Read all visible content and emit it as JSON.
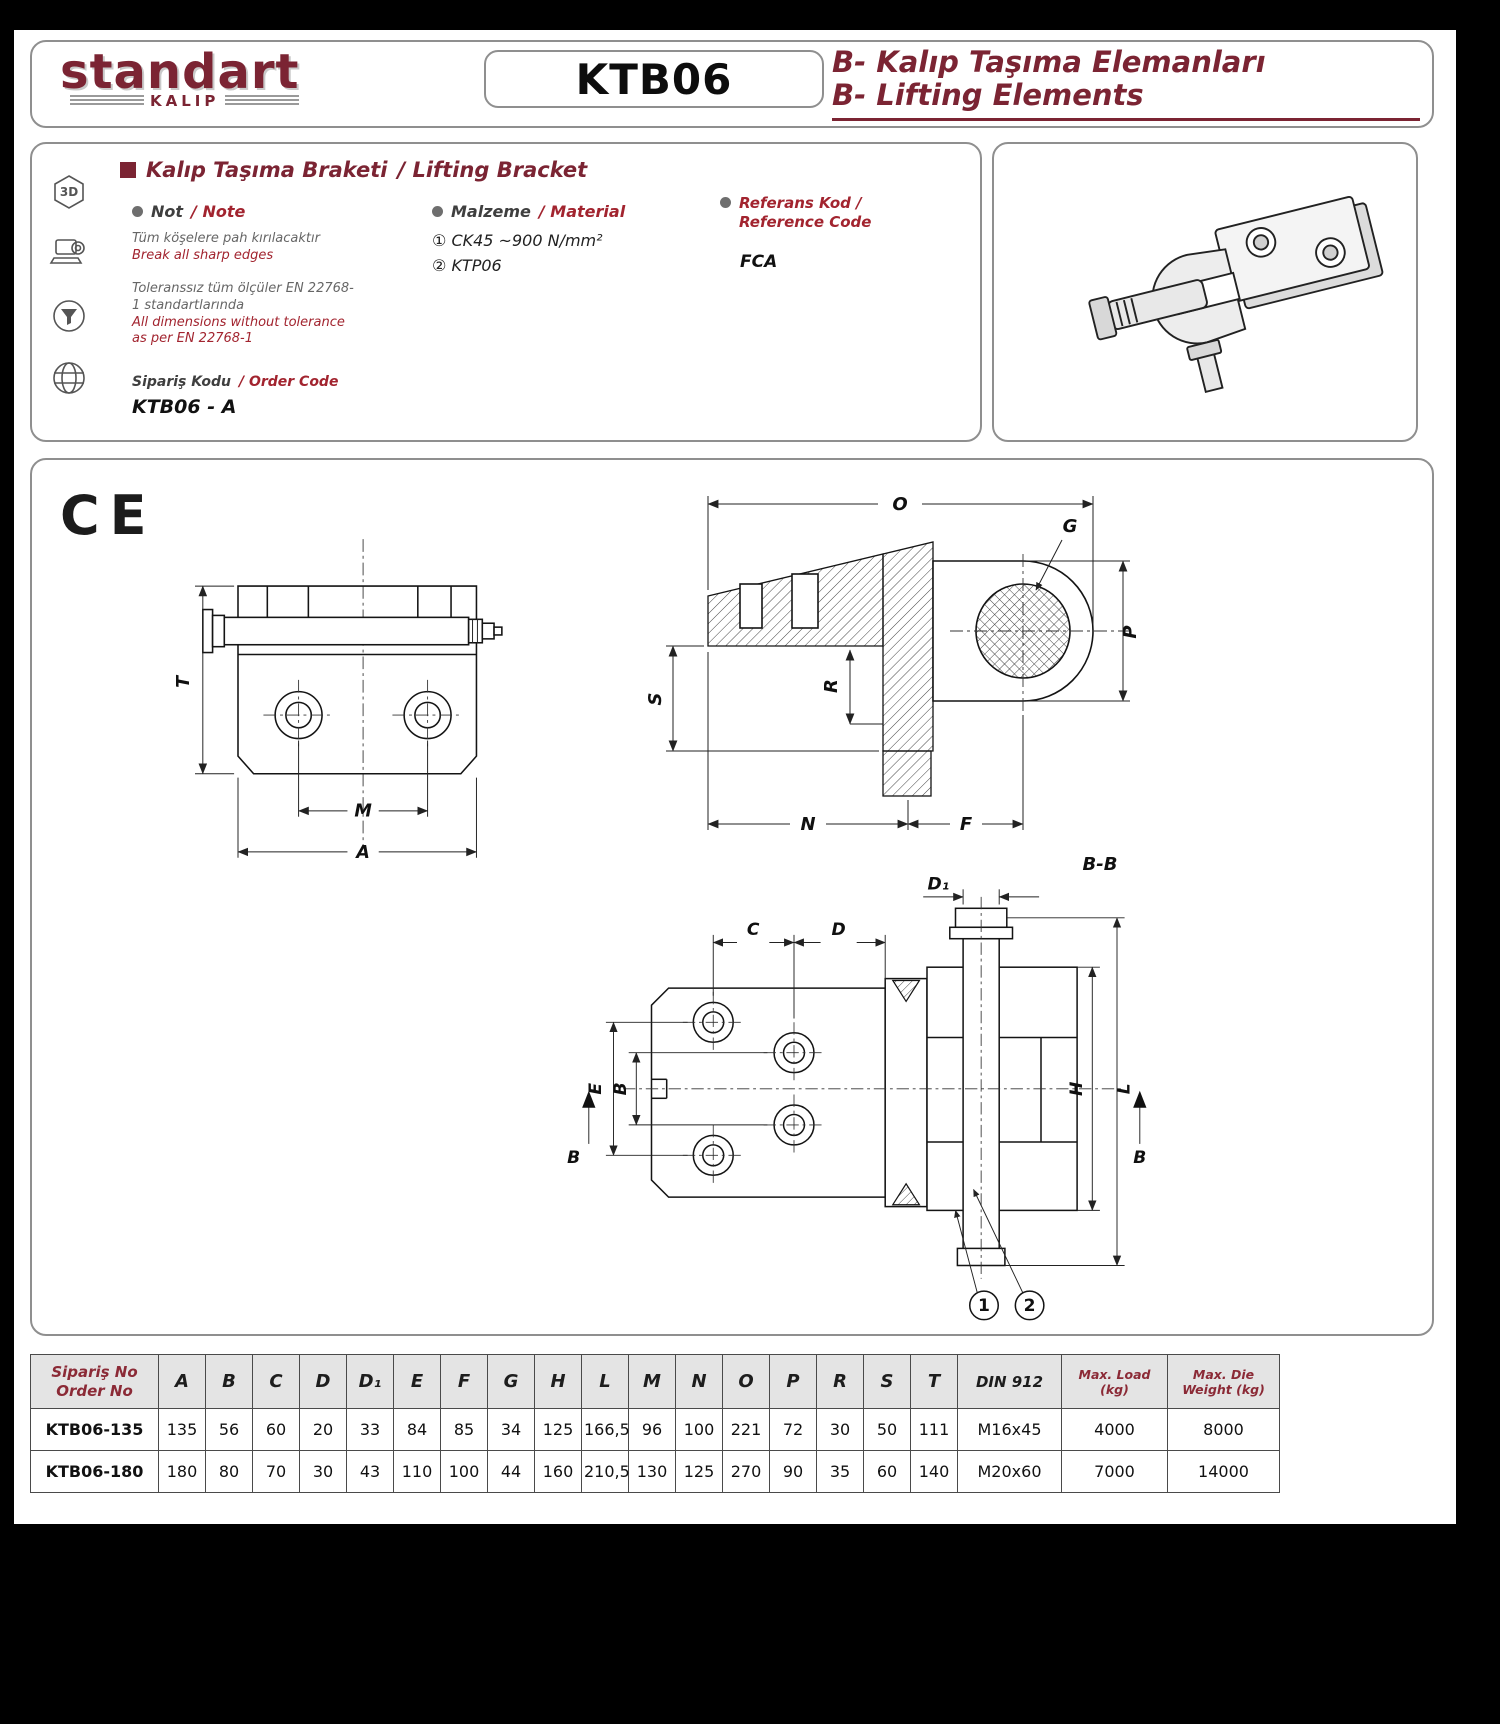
{
  "header": {
    "logo_line1": "standart",
    "logo_line2": "KALIP",
    "product_code": "KTB06",
    "category_tr": "B- Kalıp Taşıma Elemanları",
    "category_en": "B- Lifting Elements"
  },
  "icons": {
    "cube_text": "3D"
  },
  "info": {
    "title_tr": "Kalıp Taşıma Braketi",
    "title_en": "/ Lifting Bracket",
    "note_label_tr": "Not",
    "note_label_en": "/ Note",
    "note_line_tr": "Tüm köşelere pah kırılacaktır",
    "note_line_en": "Break all sharp edges",
    "tolerance_tr": "Toleranssız tüm ölçüler EN 22768-1 standartlarında",
    "tolerance_en": "All dimensions without tolerance as per EN 22768-1",
    "order_label_tr": "Sipariş Kodu",
    "order_label_en": "/ Order Code",
    "order_code": "KTB06 - A",
    "material_label_tr": "Malzeme",
    "material_label_en": "/ Material",
    "material_1_num": "①",
    "material_1": "CK45 ~900 N/mm²",
    "material_2_num": "②",
    "material_2": "KTP06",
    "ref_label_line1": "Referans Kod /",
    "ref_label_line2": "Reference Code",
    "ref_value": "FCA"
  },
  "drawing": {
    "ce": "CE",
    "front": {
      "T": "T",
      "M": "M",
      "A": "A"
    },
    "section": {
      "O": "O",
      "G": "G",
      "P": "P",
      "R": "R",
      "S": "S",
      "N": "N",
      "F": "F",
      "view_label": "B-B"
    },
    "plan": {
      "D1": "D₁",
      "C": "C",
      "D": "D",
      "E": "E",
      "B": "B",
      "H": "H",
      "L": "L",
      "B_left": "B",
      "B_right": "B",
      "callout_1": "1",
      "callout_2": "2"
    }
  },
  "table": {
    "col0_line1": "Sipariş No",
    "col0_line2": "Order No",
    "headers": [
      "A",
      "B",
      "C",
      "D",
      "D₁",
      "E",
      "F",
      "G",
      "H",
      "L",
      "M",
      "N",
      "O",
      "P",
      "R",
      "S",
      "T",
      "DIN 912",
      "Max. Load (kg)",
      "Max. Die Weight (kg)"
    ],
    "rows": [
      [
        "KTB06-135",
        "135",
        "56",
        "60",
        "20",
        "33",
        "84",
        "85",
        "34",
        "125",
        "166,5",
        "96",
        "100",
        "221",
        "72",
        "30",
        "50",
        "111",
        "M16x45",
        "4000",
        "8000"
      ],
      [
        "KTB06-180",
        "180",
        "80",
        "70",
        "30",
        "43",
        "110",
        "100",
        "44",
        "160",
        "210,5",
        "130",
        "125",
        "270",
        "90",
        "35",
        "60",
        "140",
        "M20x60",
        "7000",
        "14000"
      ]
    ]
  }
}
